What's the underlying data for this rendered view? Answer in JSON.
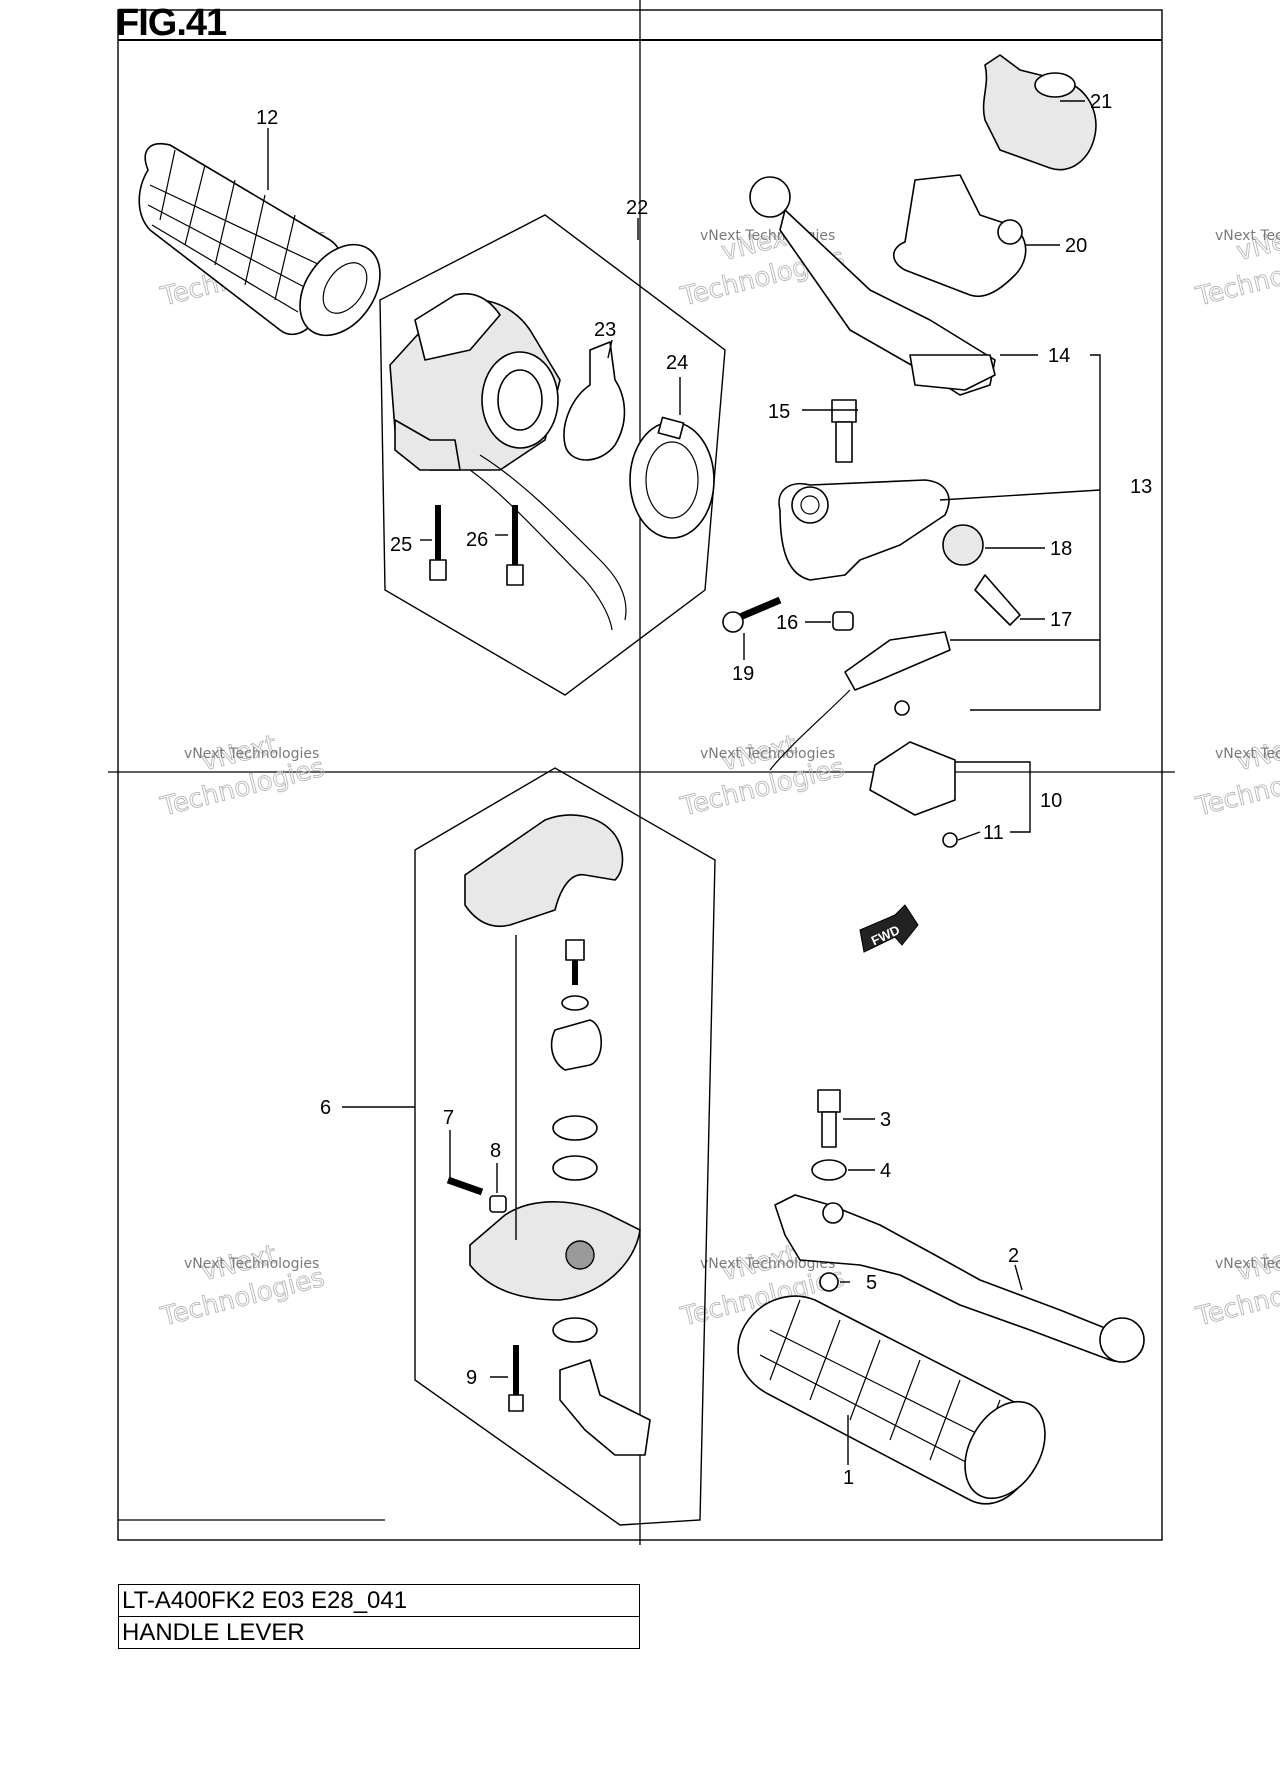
{
  "figure": {
    "title": "FIG.41",
    "model_code": "LT-A400FK2 E03 E28_041",
    "assembly_name": "HANDLE LEVER"
  },
  "callouts": [
    "1",
    "2",
    "3",
    "4",
    "5",
    "6",
    "7",
    "8",
    "9",
    "10",
    "11",
    "12",
    "13",
    "14",
    "15",
    "16",
    "17",
    "18",
    "19",
    "20",
    "21",
    "22",
    "23",
    "24",
    "25",
    "26"
  ],
  "fwd_label": "FWD",
  "watermark": {
    "line1": "vNext",
    "line2": "vNext Technologies",
    "line3": "Technologies"
  }
}
